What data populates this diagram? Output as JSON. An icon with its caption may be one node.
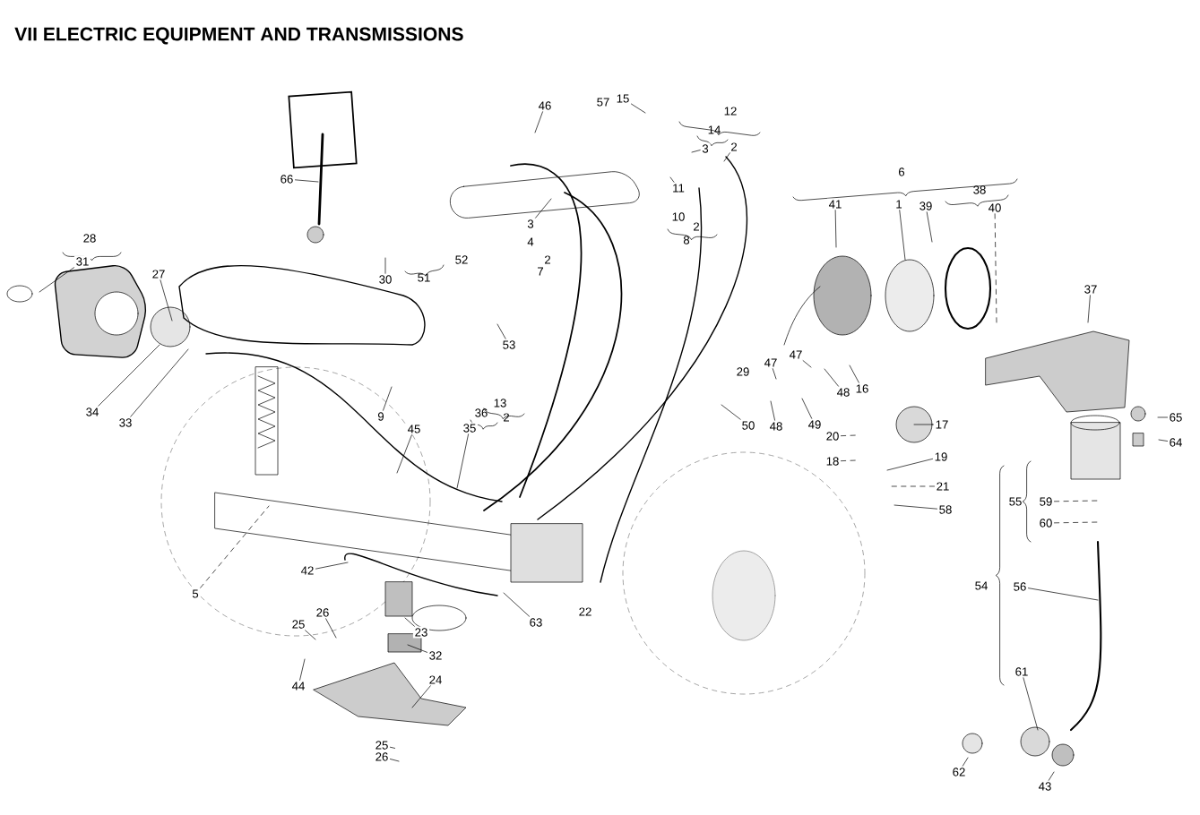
{
  "diagram": {
    "title": "VII ELECTRIC EQUIPMENT AND TRANSMISSIONS",
    "nodes": [
      {
        "text": [
          "66"
        ]
      },
      {
        "text": [
          "31"
        ]
      },
      {
        "text": [
          "27"
        ]
      },
      {
        "text": [
          "34"
        ]
      },
      {
        "text": [
          "33"
        ]
      },
      {
        "text": [
          "30"
        ]
      },
      {
        "text": [
          "53"
        ]
      },
      {
        "text": [
          "46"
        ]
      },
      {
        "text": [
          "15"
        ]
      },
      {
        "text": [
          "3"
        ]
      },
      {
        "text": [
          "2"
        ]
      },
      {
        "text": [
          "11"
        ]
      },
      {
        "text": [
          "3"
        ]
      },
      {
        "text": [
          "41"
        ]
      },
      {
        "text": [
          "1"
        ]
      },
      {
        "text": [
          "39"
        ]
      },
      {
        "text": [
          "40"
        ]
      },
      {
        "text": [
          "37"
        ]
      },
      {
        "text": [
          "47"
        ]
      },
      {
        "text": [
          "47"
        ]
      },
      {
        "text": [
          "16"
        ]
      },
      {
        "text": [
          "50"
        ]
      },
      {
        "text": [
          "48"
        ]
      },
      {
        "text": [
          "49"
        ]
      },
      {
        "text": [
          "48"
        ]
      },
      {
        "text": [
          "17"
        ]
      },
      {
        "text": [
          "20"
        ]
      },
      {
        "text": [
          "18"
        ]
      },
      {
        "text": [
          "19"
        ]
      },
      {
        "text": [
          "21"
        ]
      },
      {
        "text": [
          "58"
        ]
      },
      {
        "text": [
          "65"
        ]
      },
      {
        "text": [
          "64"
        ]
      },
      {
        "text": [
          "59"
        ]
      },
      {
        "text": [
          "60"
        ]
      },
      {
        "text": [
          "56"
        ]
      },
      {
        "text": [
          "61"
        ]
      },
      {
        "text": [
          "62"
        ]
      },
      {
        "text": [
          "43"
        ]
      },
      {
        "text": [
          "9"
        ]
      },
      {
        "text": [
          "45"
        ]
      },
      {
        "text": [
          "35"
        ]
      },
      {
        "text": [
          "5"
        ]
      },
      {
        "text": [
          "42"
        ]
      },
      {
        "text": [
          "63"
        ]
      },
      {
        "text": [
          "23"
        ]
      },
      {
        "text": [
          "26"
        ]
      },
      {
        "text": [
          "25"
        ]
      },
      {
        "text": [
          "32"
        ]
      },
      {
        "text": [
          "44"
        ]
      },
      {
        "text": [
          "24"
        ]
      },
      {
        "text": [
          "25"
        ]
      },
      {
        "text": [
          "26"
        ]
      }
    ],
    "edges": [
      {
        "from": 0,
        "to": null,
        "arrow": "none"
      },
      {
        "from": 1,
        "to": null,
        "arrow": "none"
      },
      {
        "from": 2,
        "to": null,
        "arrow": "none"
      },
      {
        "from": 3,
        "to": null,
        "arrow": "none"
      },
      {
        "from": 4,
        "to": null,
        "arrow": "none"
      },
      {
        "from": 5,
        "to": null,
        "arrow": "none"
      },
      {
        "from": 6,
        "to": null,
        "arrow": "none"
      },
      {
        "from": 7,
        "to": null,
        "arrow": "none"
      },
      {
        "from": 8,
        "to": null,
        "arrow": "none"
      },
      {
        "from": 9,
        "to": null,
        "arrow": "none"
      },
      {
        "from": 10,
        "to": null,
        "arrow": "none"
      },
      {
        "from": 11,
        "to": null,
        "arrow": "none"
      },
      {
        "from": 12,
        "to": null,
        "arrow": "none"
      },
      {
        "from": 13,
        "to": null,
        "arrow": "none"
      },
      {
        "from": 14,
        "to": null,
        "arrow": "none"
      },
      {
        "from": 15,
        "to": null,
        "arrow": "none"
      },
      {
        "from": 16,
        "to": null,
        "arrow": "none",
        "style": "dashed"
      },
      {
        "from": 17,
        "to": null,
        "arrow": "none"
      },
      {
        "from": 18,
        "to": null,
        "arrow": "none"
      },
      {
        "from": 19,
        "to": null,
        "arrow": "none"
      },
      {
        "from": 20,
        "to": null,
        "arrow": "none"
      },
      {
        "from": 21,
        "to": null,
        "arrow": "none"
      },
      {
        "from": 22,
        "to": null,
        "arrow": "none"
      },
      {
        "from": 23,
        "to": null,
        "arrow": "none"
      },
      {
        "from": 24,
        "to": null,
        "arrow": "none"
      },
      {
        "from": 25,
        "to": null,
        "arrow": "none"
      },
      {
        "from": 26,
        "to": null,
        "arrow": "none",
        "style": "dashed"
      },
      {
        "from": 27,
        "to": null,
        "arrow": "none",
        "style": "dashed"
      },
      {
        "from": 28,
        "to": null,
        "arrow": "none"
      },
      {
        "from": 29,
        "to": null,
        "arrow": "none",
        "style": "dashed"
      },
      {
        "from": 30,
        "to": null,
        "arrow": "none"
      },
      {
        "from": 31,
        "to": null,
        "arrow": "none"
      },
      {
        "from": 32,
        "to": null,
        "arrow": "none"
      },
      {
        "from": 33,
        "to": null,
        "arrow": "none",
        "style": "dashed"
      },
      {
        "from": 34,
        "to": null,
        "arrow": "none",
        "style": "dashed"
      },
      {
        "from": 35,
        "to": null,
        "arrow": "none"
      },
      {
        "from": 36,
        "to": null,
        "arrow": "none"
      },
      {
        "from": 37,
        "to": null,
        "arrow": "none"
      },
      {
        "from": 38,
        "to": null,
        "arrow": "none"
      },
      {
        "from": 39,
        "to": null,
        "arrow": "none"
      },
      {
        "from": 40,
        "to": null,
        "arrow": "none"
      },
      {
        "from": 41,
        "to": null,
        "arrow": "none"
      },
      {
        "from": 42,
        "to": null,
        "arrow": "none",
        "style": "dashed"
      },
      {
        "from": 43,
        "to": null,
        "arrow": "none"
      },
      {
        "from": 44,
        "to": null,
        "arrow": "none"
      },
      {
        "from": 45,
        "to": null,
        "arrow": "none"
      },
      {
        "from": 46,
        "to": null,
        "arrow": "none"
      },
      {
        "from": 47,
        "to": null,
        "arrow": "none"
      },
      {
        "from": 48,
        "to": null,
        "arrow": "none"
      },
      {
        "from": 49,
        "to": null,
        "arrow": "none"
      },
      {
        "from": 50,
        "to": null,
        "arrow": "none"
      },
      {
        "from": 51,
        "to": null,
        "arrow": "none",
        "style": "dashed"
      },
      {
        "from": 52,
        "to": null,
        "arrow": "none"
      }
    ],
    "labels": [
      "28",
      "57",
      "12",
      "14",
      "52",
      "51",
      "6",
      "38",
      "10",
      "2",
      "8",
      "4",
      "2",
      "7",
      "29",
      "13",
      "36",
      "2",
      "55",
      "54",
      "22"
    ]
  }
}
